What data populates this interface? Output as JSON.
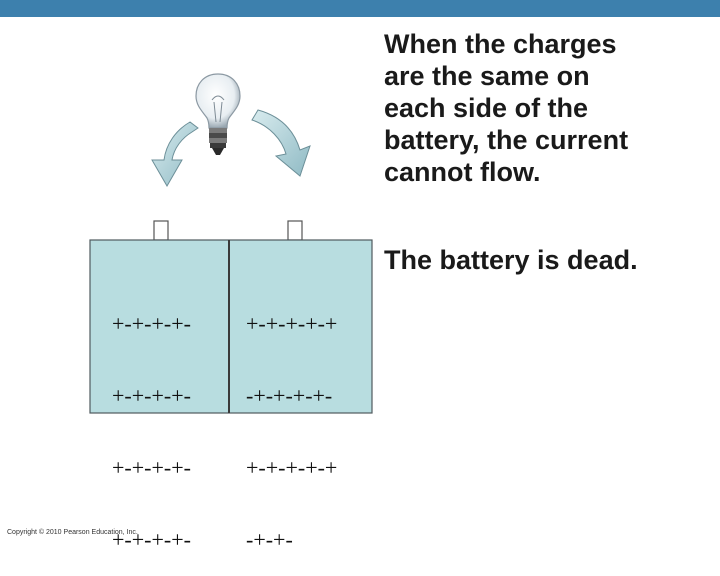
{
  "slide": {
    "accent_color": "#3d80ad",
    "battery_fill": "#b8dde0",
    "heading_lines": [
      "When the charges",
      "are the same on",
      "each side of the",
      "battery, the current",
      "cannot flow."
    ],
    "dead_text": "The battery is dead.",
    "copyright": "Copyright © 2010 Pearson Education, Inc."
  },
  "battery": {
    "left_charges": [
      "+-+-+-+-",
      "+-+-+-+-",
      "+-+-+-+-",
      "+-+-+-+-"
    ],
    "right_charges": [
      "+-+-+-+-+",
      "-+-+-+-+-",
      "+-+-+-+-+",
      "-+-+-"
    ]
  },
  "icons": {
    "bulb": "light-bulb-icon",
    "left_arrow": "curved-arrow-down-left-icon",
    "right_arrow": "curved-arrow-down-right-icon"
  }
}
